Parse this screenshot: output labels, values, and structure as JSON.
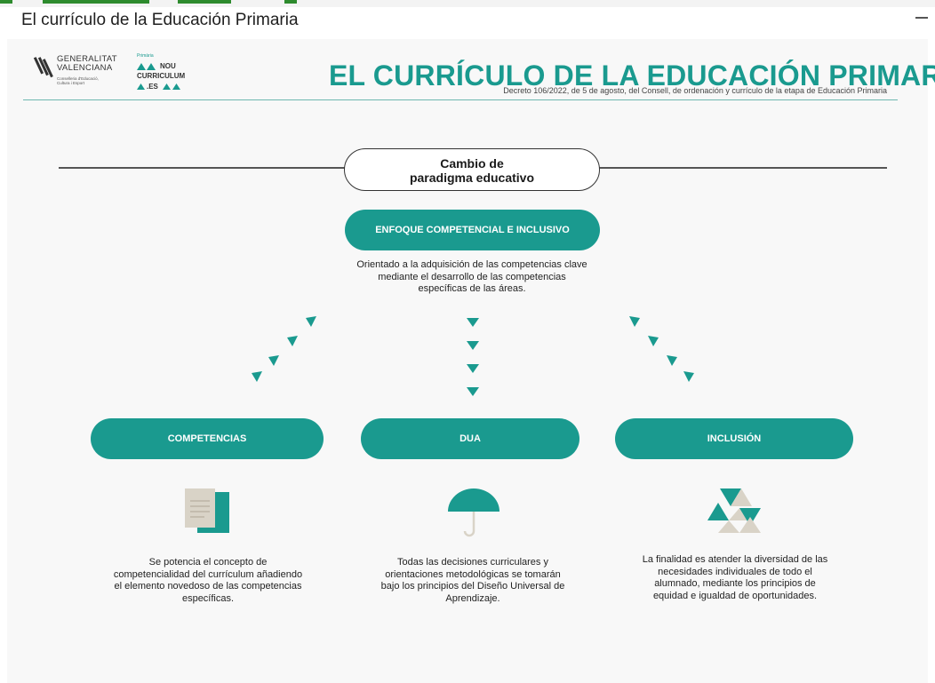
{
  "window": {
    "title": "El currículo de la Educación Primaria"
  },
  "colors": {
    "accent": "#1a9a8f",
    "accent_dark": "#14756c",
    "beige": "#d9d3c7",
    "text": "#222222"
  },
  "logos": {
    "gv": {
      "line1": "GENERALITAT",
      "line2": "VALENCIANA",
      "sub1": "Conselleria d'Educació,",
      "sub2": "Cultura i Esport"
    },
    "nou": {
      "small": "Primària",
      "line1": "NOU",
      "line2": "CURRICULUM",
      "line3": ".ES"
    }
  },
  "header": {
    "title": "EL CURRÍCULO DE LA EDUCACIÓN PRIMARIA",
    "subtitle": "Decreto 106/2022, de 5 de agosto, del Consell, de ordenación y currículo de la etapa de Educación Primaria"
  },
  "paradigm": {
    "line1": "Cambio de",
    "line2": "paradigma educativo"
  },
  "approach": {
    "label": "ENFOQUE COMPETENCIAL E INCLUSIVO",
    "description": [
      "Orientado a la adquisición de las competencias clave",
      "mediante el desarrollo de las competencias",
      "específicas de las áreas."
    ]
  },
  "pillars": [
    {
      "label": "COMPETENCIAS",
      "icon": "document-icon",
      "description": [
        "Se potencia el concepto de",
        "competencialidad del currículum añadiendo",
        "el elemento novedoso de las competencias",
        "específicas."
      ]
    },
    {
      "label": "DUA",
      "icon": "umbrella-icon",
      "description": [
        "Todas las decisiones curriculares y",
        "orientaciones metodológicas se tomarán",
        "bajo los principios del Diseño Universal de",
        "Aprendizaje."
      ]
    },
    {
      "label": "INCLUSIÓN",
      "icon": "triangles-icon",
      "description": [
        "La finalidad es atender la diversidad de las",
        "necesidades individuales de todo el",
        "alumnado, mediante los principios de",
        "equidad e igualdad de oportunidades."
      ]
    }
  ]
}
